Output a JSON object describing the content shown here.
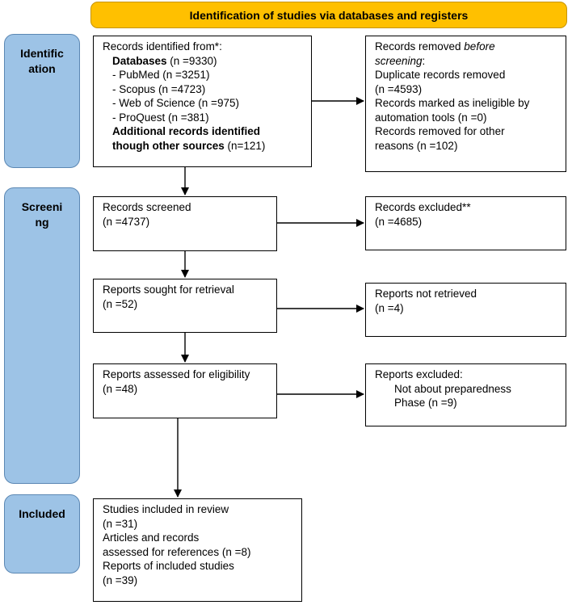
{
  "header": "Identification of studies via databases and registers",
  "stages": {
    "identification": [
      "Identific",
      "ation"
    ],
    "screening": [
      "Screeni",
      "ng"
    ],
    "included": [
      "Included"
    ]
  },
  "identified": {
    "title": "Records identified from*:",
    "databases_label": "Databases",
    "databases_count": " (n =9330)",
    "sources": [
      "- PubMed (n =3251)",
      "- Scopus (n =4723)",
      "- Web of Science (n =975)",
      "- ProQuest (n =381)"
    ],
    "additional_label_1": "Additional records identified",
    "additional_label_2": "though other sources",
    "additional_count": " (n=121)"
  },
  "removed": {
    "title_prefix": "Records removed ",
    "title_italic_1": "before",
    "title_italic_2": "screening",
    "title_suffix": ":",
    "lines": [
      "Duplicate records removed",
      "(n =4593)",
      "Records marked as ineligible by",
      "automation tools (n =0)",
      "Records removed for other",
      "reasons (n =102)"
    ]
  },
  "screened": {
    "label": "Records screened",
    "n": "(n =4737)"
  },
  "excluded": {
    "label": "Records excluded**",
    "n": "(n =4685)"
  },
  "sought": {
    "label": "Reports sought for retrieval",
    "n": "(n =52)"
  },
  "not_retrieved": {
    "label": "Reports not retrieved",
    "n": "(n =4)"
  },
  "assessed": {
    "label": "Reports assessed for eligibility",
    "n": "(n =48)"
  },
  "reports_excluded": {
    "label": "Reports excluded:",
    "reason_1": "Not about preparedness",
    "reason_2": "Phase (n =9)"
  },
  "included": {
    "lines": [
      "Studies included in review",
      "(n =31)",
      "Articles and records",
      "assessed for references (n =8)",
      "Reports of included studies",
      "(n =39)"
    ]
  }
}
